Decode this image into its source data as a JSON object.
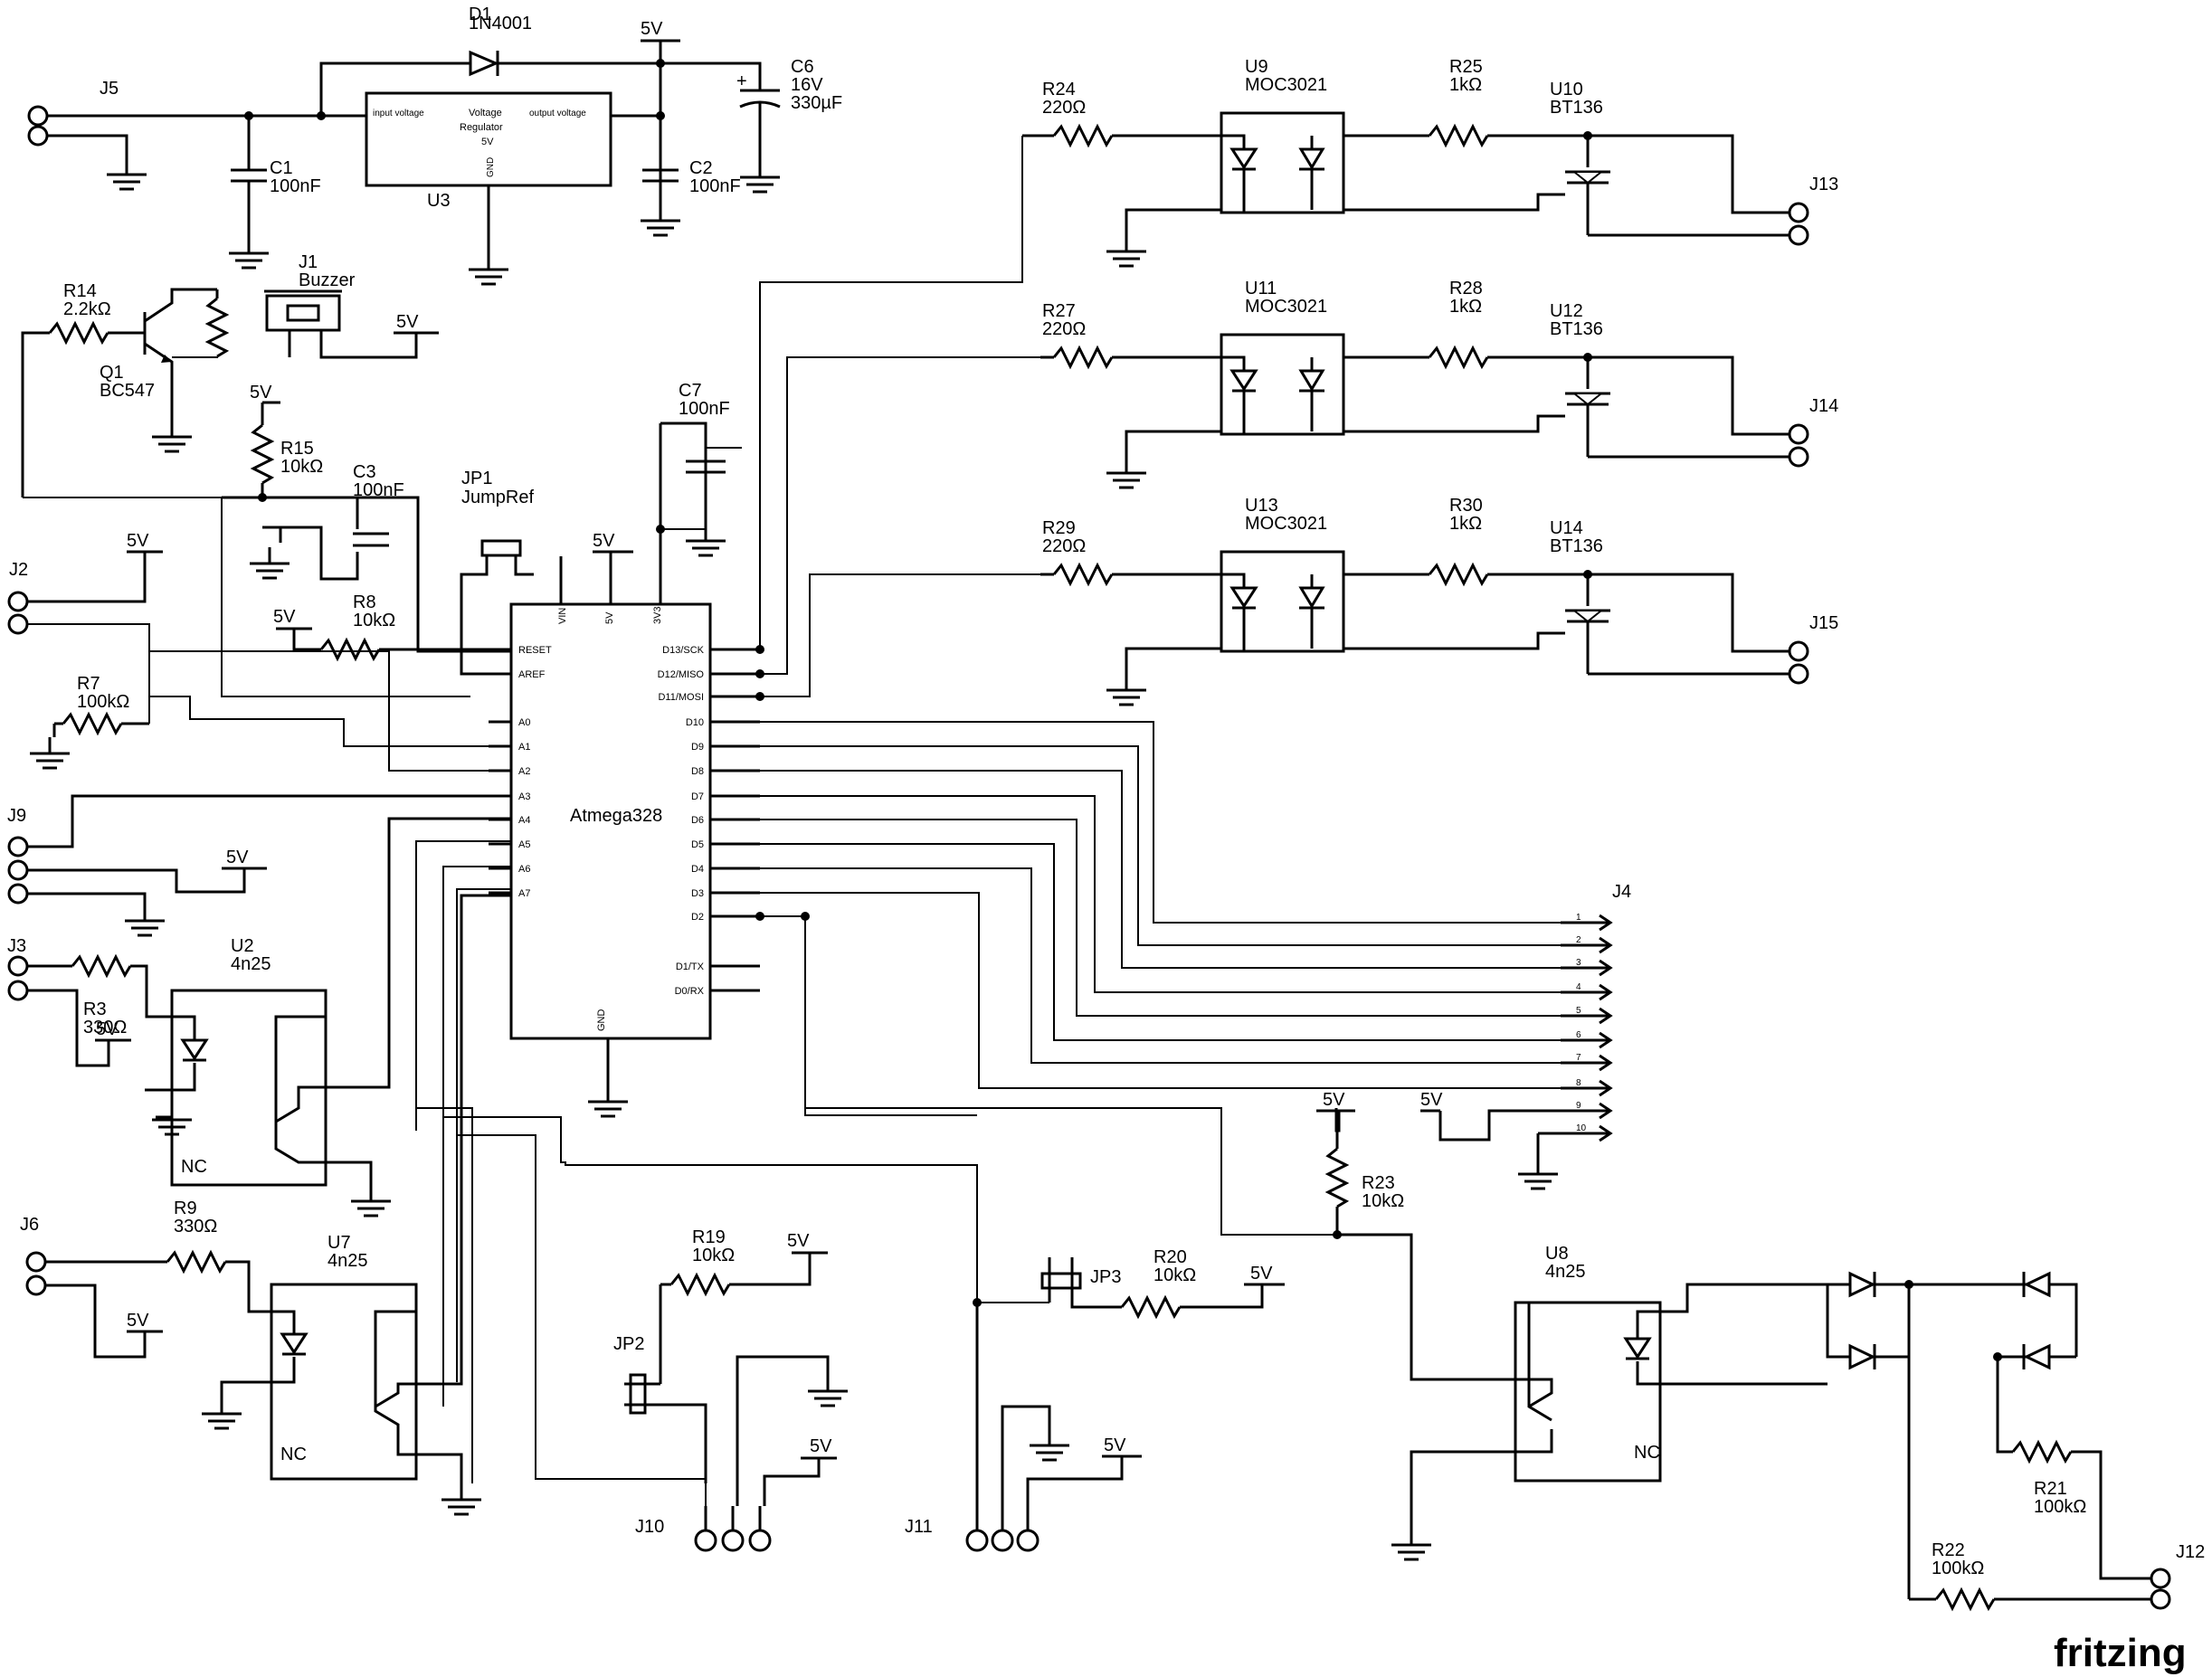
{
  "brand": "fritzing",
  "components": {
    "j5": "J5",
    "j1": "J1",
    "j1_val": "Buzzer",
    "j2": "J2",
    "j9": "J9",
    "j3": "J3",
    "j6": "J6",
    "j4": "J4",
    "j10": "J10",
    "j11": "J11",
    "j12": "J12",
    "j13": "J13",
    "j14": "J14",
    "j15": "J15",
    "d1": "D1",
    "d1_val": "1N4001",
    "c6": "C6",
    "c6_v": "16V",
    "c6_val": "330µF",
    "c1": "C1",
    "c1_val": "100nF",
    "c2": "C2",
    "c2_val": "100nF",
    "c3": "C3",
    "c3_val": "100nF",
    "c7": "C7",
    "c7_val": "100nF",
    "u3": "U3",
    "r14": "R14",
    "r14_val": "2.2kΩ",
    "q1": "Q1",
    "q1_val": "BC547",
    "r15": "R15",
    "r15_val": "10kΩ",
    "jp1": "JP1",
    "jp1_val": "JumpRef",
    "r8": "R8",
    "r8_val": "10kΩ",
    "r7": "R7",
    "r7_val": "100kΩ",
    "r3": "R3",
    "r3_val": "330Ω",
    "u2": "U2",
    "u2_val": "4n25",
    "r9": "R9",
    "r9_val": "330Ω",
    "u7": "U7",
    "u7_val": "4n25",
    "r19": "R19",
    "r19_val": "10kΩ",
    "jp2": "JP2",
    "jp3": "JP3",
    "r20": "R20",
    "r20_val": "10kΩ",
    "r23": "R23",
    "r23_val": "10kΩ",
    "u8": "U8",
    "u8_val": "4n25",
    "r21": "R21",
    "r21_val": "100kΩ",
    "r22": "R22",
    "r22_val": "100kΩ",
    "r24": "R24",
    "r24_val": "220Ω",
    "u9": "U9",
    "u9_val": "MOC3021",
    "r25": "R25",
    "r25_val": "1kΩ",
    "u10": "U10",
    "u10_val": "BT136",
    "r27": "R27",
    "r27_val": "220Ω",
    "u11": "U11",
    "u11_val": "MOC3021",
    "r28": "R28",
    "r28_val": "1kΩ",
    "u12": "U12",
    "u12_val": "BT136",
    "r29": "R29",
    "r29_val": "220Ω",
    "u13": "U13",
    "u13_val": "MOC3021",
    "r30": "R30",
    "r30_val": "1kΩ",
    "u14": "U14",
    "u14_val": "BT136"
  },
  "regulator": {
    "in": "input voltage",
    "title1": "Voltage",
    "title2": "Regulator",
    "title3": "5V",
    "out": "output voltage",
    "gnd": "GND"
  },
  "power": {
    "v5": "5V"
  },
  "mcu": {
    "name": "Atmega328",
    "gnd": "GND",
    "top_pins": [
      "VIN",
      "5V",
      "3V3"
    ],
    "left_pins": [
      "RESET",
      "AREF",
      "A0",
      "A1",
      "A2",
      "A3",
      "A4",
      "A5",
      "A6",
      "A7"
    ],
    "right_pins": [
      "D13/SCK",
      "D12/MISO",
      "D11/MOSI",
      "D10",
      "D9",
      "D8",
      "D7",
      "D6",
      "D5",
      "D4",
      "D3",
      "D2",
      "D1/TX",
      "D0/RX"
    ]
  },
  "optocoupler": {
    "nc": "NC"
  },
  "header_pins": [
    "1",
    "2",
    "3",
    "4",
    "5",
    "6",
    "7",
    "8",
    "9",
    "10"
  ]
}
